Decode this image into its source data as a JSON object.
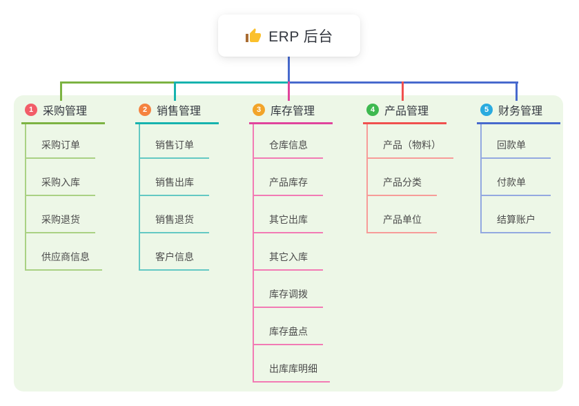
{
  "root_node": {
    "label": "ERP 后台",
    "icon": "thumbs-up"
  },
  "branches": [
    {
      "number": "1",
      "label": "采购管理",
      "line_color": "#7cb342",
      "child_line_color": "#a9d183",
      "badge_color": "#f25d68",
      "children": [
        "采购订单",
        "采购入库",
        "采购退货",
        "供应商信息"
      ]
    },
    {
      "number": "2",
      "label": "销售管理",
      "line_color": "#16b3ae",
      "child_line_color": "#63c8c3",
      "badge_color": "#f5823f",
      "children": [
        "销售订单",
        "销售出库",
        "销售退货",
        "客户信息"
      ]
    },
    {
      "number": "3",
      "label": "库存管理",
      "line_color": "#e0449c",
      "child_line_color": "#f27ab4",
      "badge_color": "#f2a42a",
      "children": [
        "仓库信息",
        "产品库存",
        "其它出库",
        "其它入库",
        "库存调拨",
        "库存盘点",
        "出库库明细"
      ]
    },
    {
      "number": "4",
      "label": "产品管理",
      "line_color": "#f0504e",
      "child_line_color": "#f79b98",
      "badge_color": "#3eb950",
      "children": [
        "产品（物料）",
        "产品分类",
        "产品单位"
      ]
    },
    {
      "number": "5",
      "label": "财务管理",
      "line_color": "#4769cd",
      "child_line_color": "#93a8e0",
      "badge_color": "#2aabdf",
      "children": [
        "回款单",
        "付款单",
        "结算账户"
      ]
    }
  ],
  "colors": {
    "canvas_bg": "#ffffff",
    "panel_bg": "#edf7e7",
    "root_stem": "#4769cd",
    "title_text": "#343840",
    "child_text": "#4b4b4b"
  }
}
